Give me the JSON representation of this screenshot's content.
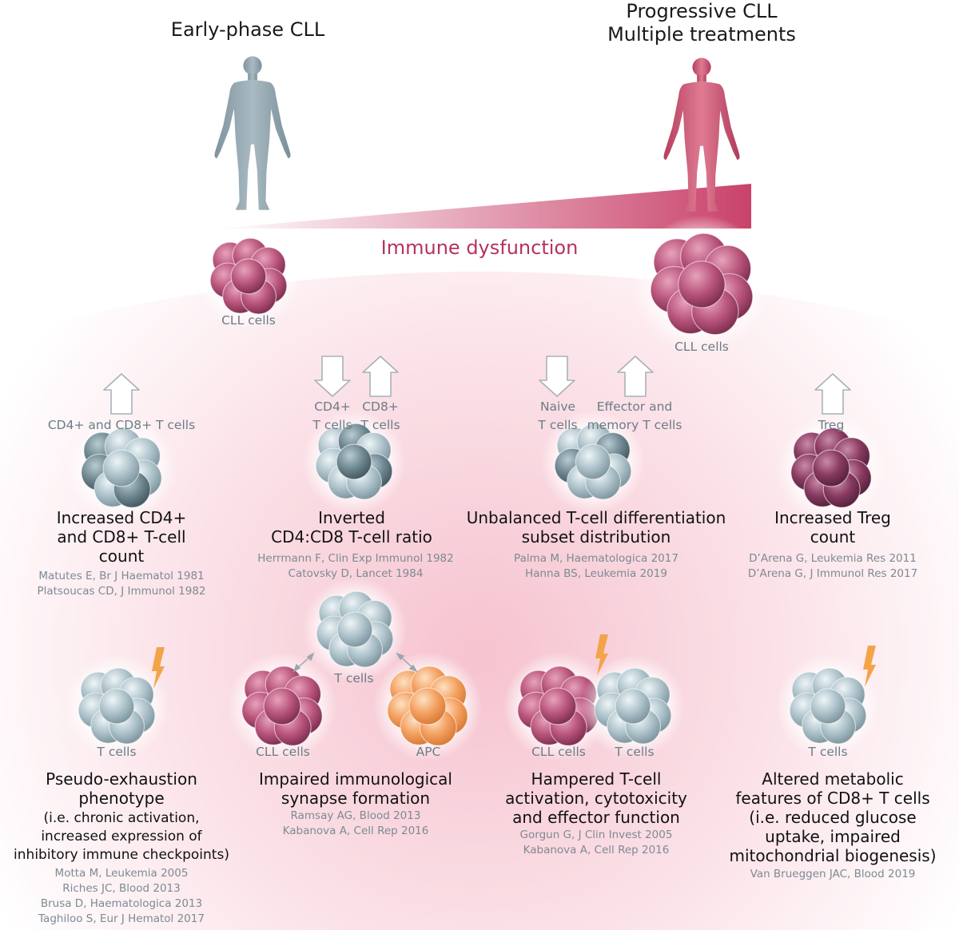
{
  "top": {
    "early_title": "Early-phase CLL",
    "progressive_title": [
      "Progressive CLL",
      "Multiple treatments"
    ],
    "dysfunction_label": "Immune dysfunction",
    "cll_cells_left": "CLL cells",
    "cll_cells_right": "CLL cells"
  },
  "row1": [
    {
      "arrows": [
        "up"
      ],
      "arrow_labels": [
        "CD4+ and CD8+ T cells"
      ],
      "title": [
        "Increased CD4+",
        "and CD8+ T-cell",
        "count"
      ],
      "refs": [
        "Matutes E, Br J Haematol 1981",
        "Platsoucas CD, J Immunol 1982"
      ]
    },
    {
      "arrows": [
        "down",
        "up"
      ],
      "arrow_labels": [
        [
          "CD4+",
          "T cells"
        ],
        [
          "CD8+",
          "T cells"
        ]
      ],
      "title": [
        "Inverted",
        "CD4:CD8 T-cell ratio"
      ],
      "refs": [
        "Herrmann F, Clin Exp Immunol 1982",
        "Catovsky D, Lancet 1984"
      ]
    },
    {
      "arrows": [
        "down",
        "up"
      ],
      "arrow_labels": [
        [
          "Naive",
          "T cells"
        ],
        [
          "Effector and",
          "memory T cells"
        ]
      ],
      "title": [
        "Unbalanced T-cell differentiation",
        "subset distribution"
      ],
      "refs": [
        "Palma M, Haematologica 2017",
        "Hanna BS, Leukemia 2019"
      ]
    },
    {
      "arrows": [
        "up"
      ],
      "arrow_labels": [
        "Treg"
      ],
      "title": [
        "Increased Treg",
        "count"
      ],
      "refs": [
        "D’Arena G, Leukemia Res 2011",
        "D’Arena G, J Immunol Res 2017"
      ]
    }
  ],
  "row2": [
    {
      "cell_labels": [
        "T cells"
      ],
      "title": [
        "Pseudo-exhaustion",
        "phenotype"
      ],
      "subtitle": [
        "(i.e. chronic activation,",
        "increased expression of",
        "inhibitory immune checkpoints)"
      ],
      "refs": [
        "Motta M, Leukemia 2005",
        "Riches JC, Blood 2013",
        "Brusa D, Haematologica 2013",
        "Taghiloo S, Eur J Hematol 2017"
      ]
    },
    {
      "cell_labels": [
        "T cells",
        "CLL cells",
        "APC"
      ],
      "title": [
        "Impaired immunological",
        "synapse formation"
      ],
      "subtitle": [],
      "refs": [
        "Ramsay AG, Blood 2013",
        "Kabanova A, Cell Rep 2016"
      ]
    },
    {
      "cell_labels": [
        "CLL cells",
        "T cells"
      ],
      "title": [
        "Hampered T-cell",
        "activation, cytotoxicity",
        "and effector function"
      ],
      "subtitle": [],
      "refs": [
        "Gorgun G, J Clin Invest 2005",
        "Kabanova A, Cell Rep 2016"
      ]
    },
    {
      "cell_labels": [
        "T cells"
      ],
      "title": [
        "Altered metabolic",
        "features of CD8+ T cells",
        "(i.e. reduced glucose",
        "uptake, impaired",
        "mitochondrial biogenesis)"
      ],
      "subtitle": [],
      "refs": [
        "Van Brueggen JAC, Blood  2019"
      ]
    }
  ],
  "colors": {
    "early_figure": "#8fa3ad",
    "progressive_figure": "#c8536f",
    "accent": "#b5325f",
    "cll_cell": "#b04e74",
    "t_cell": "#aec4cc",
    "t_cell_dark": "#6e8790",
    "treg_cell": "#7c3458",
    "apc_cell": "#f2a05c",
    "lightning": "#f2a24a"
  },
  "icons": [
    "early-phase-human-figure",
    "progressive-human-figure",
    "lightning-bolt-icon",
    "up-arrow-icon",
    "down-arrow-icon",
    "double-arrow-icon"
  ]
}
